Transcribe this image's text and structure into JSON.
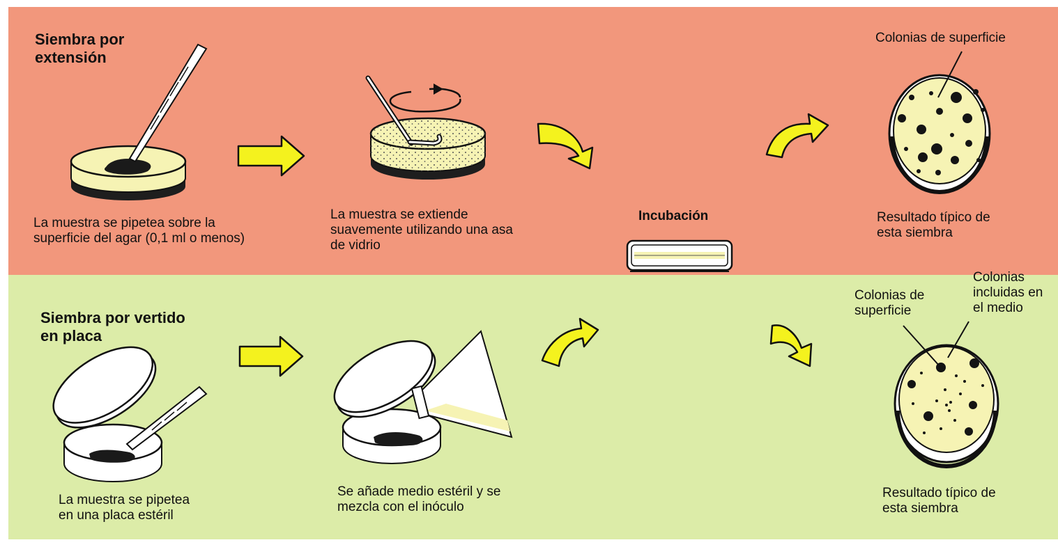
{
  "colors": {
    "top_band": "#f2977c",
    "bottom_band": "#dceca8",
    "arrow_fill": "#f4f21e",
    "agar": "#f6f3b4",
    "agar_base": "#1e1e1e",
    "colony": "#141414",
    "glass": "#ffffff"
  },
  "spread": {
    "title": [
      "Siembra por",
      "extensión"
    ],
    "step1": [
      "La muestra se pipetea sobre la",
      "superficie del agar (0,1 ml o menos)"
    ],
    "step2": [
      "La muestra se extiende",
      "suavemente utilizando una asa",
      "de vidrio"
    ],
    "result_top": "Colonias de superficie",
    "result": [
      "Resultado típico de",
      "esta siembra"
    ]
  },
  "incubation": {
    "label": "Incubación"
  },
  "pour": {
    "title": [
      "Siembra por vertido",
      "en placa"
    ],
    "step1": [
      "La muestra se pipetea",
      "en una placa estéril"
    ],
    "step2": [
      "Se añade medio estéril y se",
      "mezcla con el inóculo"
    ],
    "surface": [
      "Colonias de",
      "superficie"
    ],
    "embedded": [
      "Colonias",
      "incluidas en",
      "el medio"
    ],
    "result": [
      "Resultado típico de",
      "esta siembra"
    ]
  }
}
